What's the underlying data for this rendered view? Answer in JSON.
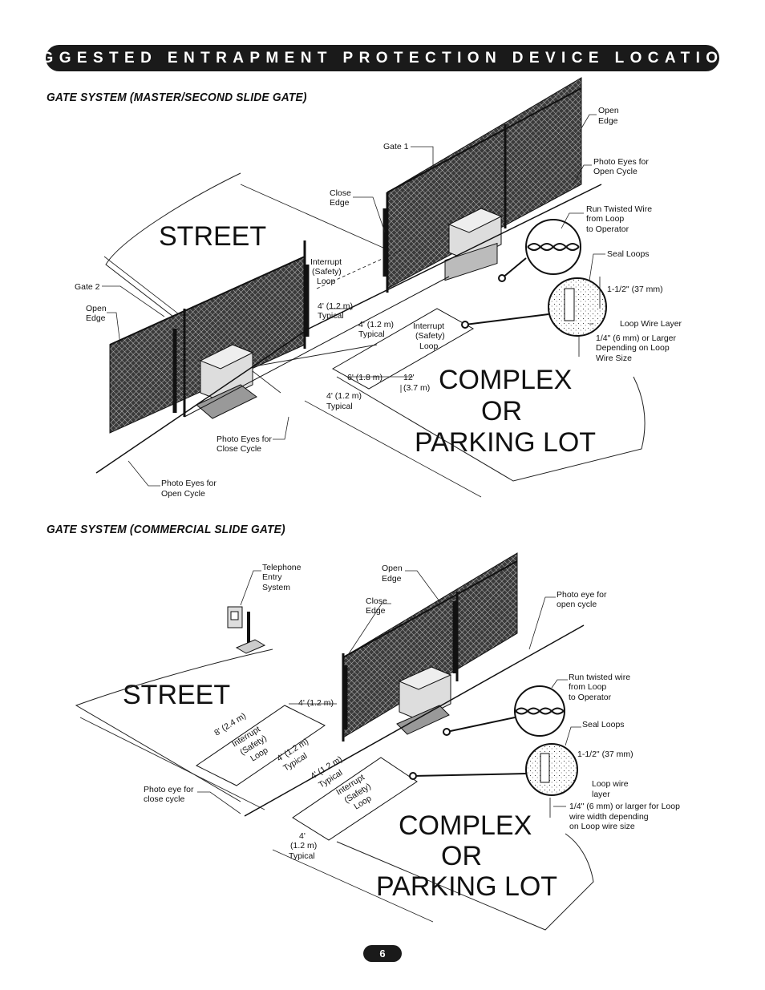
{
  "header": {
    "title": "SUGGESTED ENTRAPMENT PROTECTION DEVICE LOCATIONS"
  },
  "section1": {
    "title": "GATE SYSTEM (MASTER/SECOND SLIDE GATE)",
    "street": "STREET",
    "complex": [
      "COMPLEX",
      "OR",
      "PARKING LOT"
    ],
    "labels": {
      "open_edge_right": [
        "Open",
        "Edge"
      ],
      "gate1": "Gate 1",
      "photo_eyes_open_right": [
        "Photo Eyes for",
        "Open Cycle"
      ],
      "close_edge": [
        "Close",
        "Edge"
      ],
      "run_twisted": [
        "Run Twisted Wire",
        "from Loop",
        "to Operator"
      ],
      "seal_loops": "Seal Loops",
      "gate2": "Gate 2",
      "open_edge_left": [
        "Open",
        "Edge"
      ],
      "interrupt_left": [
        "Interrupt",
        "(Safety)",
        "Loop"
      ],
      "dim_4ft_a": [
        "4' (1.2 m)",
        "Typical"
      ],
      "dim_4ft_b": [
        "4' (1.2 m)",
        "Typical"
      ],
      "interrupt_right": [
        "Interrupt",
        "(Safety)",
        "Loop"
      ],
      "dim_1_5in": "1-1/2\" (37 mm)",
      "loop_wire_layer": "Loop Wire Layer",
      "quarter_in": [
        "1/4\" (6 mm) or Larger",
        "Depending on Loop",
        "Wire Size"
      ],
      "dim_6ft": "6' (1.8 m)",
      "dim_12ft": [
        "12'",
        "(3.7 m)"
      ],
      "dim_4ft_c": [
        "4' (1.2 m)",
        "Typical"
      ],
      "photo_eyes_close": [
        "Photo Eyes for",
        "Close Cycle"
      ],
      "photo_eyes_open_left": [
        "Photo Eyes for",
        "Open Cycle"
      ]
    }
  },
  "section2": {
    "title": "GATE SYSTEM (COMMERCIAL SLIDE GATE)",
    "street": "STREET",
    "complex": [
      "COMPLEX",
      "OR",
      "PARKING LOT"
    ],
    "labels": {
      "telephone": [
        "Telephone",
        "Entry",
        "System"
      ],
      "open_edge": [
        "Open",
        "Edge"
      ],
      "close_edge": [
        "Close",
        "Edge"
      ],
      "photo_eye_open": [
        "Photo eye for",
        "open cycle"
      ],
      "dim_4ft_top": "4' (1.2 m)",
      "dim_8ft": "8' (2.4 m)",
      "interrupt_a": [
        "Interrupt",
        "(Safety)",
        "Loop"
      ],
      "run_twisted": [
        "Run twisted wire",
        "from Loop",
        "to Operator"
      ],
      "seal_loops": "Seal Loops",
      "dim_4ft_mid": [
        "4' (1.2 m)",
        "Typical"
      ],
      "dim_1_5in": "1-1/2\" (37 mm)",
      "dim_4ft_b": [
        "4' (1.2 m)",
        "Typical"
      ],
      "interrupt_b": [
        "Interrupt",
        "(Safety)",
        "Loop"
      ],
      "loop_wire_layer": [
        "Loop wire",
        "layer"
      ],
      "photo_eye_close": [
        "Photo eye for",
        "close cycle"
      ],
      "quarter_in": [
        "1/4\" (6 mm) or larger for Loop",
        "wire width depending",
        "on Loop wire size"
      ],
      "dim_4ft_bottom": [
        "4'",
        "(1.2 m)",
        "Typical"
      ]
    }
  },
  "footer": {
    "page_number": "6"
  }
}
